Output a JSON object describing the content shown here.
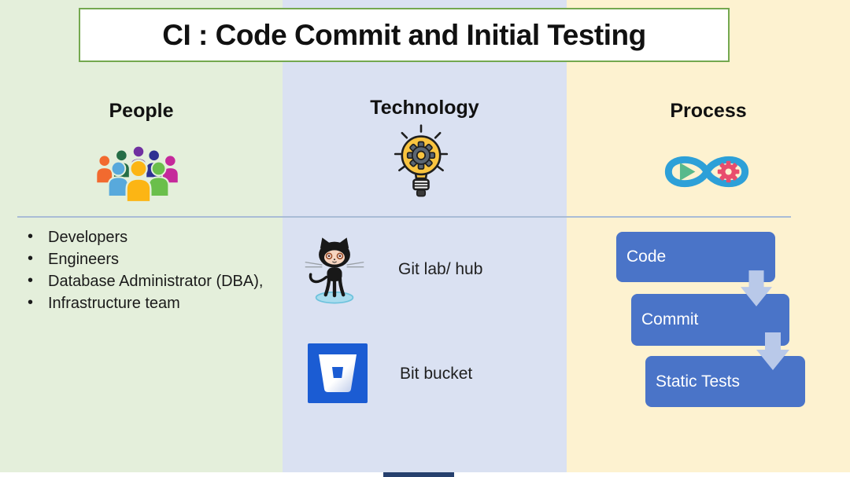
{
  "title": "CI : Code Commit and Initial Testing",
  "columns": [
    {
      "header": "People",
      "icon": "people-group-icon",
      "items": [
        "Developers",
        "Engineers",
        "Database Administrator (DBA),",
        "Infrastructure team"
      ]
    },
    {
      "header": "Technology",
      "icon": "lightbulb-gear-icon",
      "tools": [
        {
          "icon": "github-octocat-icon",
          "label": "Git lab/ hub"
        },
        {
          "icon": "bitbucket-icon",
          "label": "Bit bucket"
        }
      ]
    },
    {
      "header": "Process",
      "icon": "devops-infinity-icon",
      "steps": [
        "Code",
        "Commit",
        "Static Tests"
      ]
    }
  ],
  "colors": {
    "people_column_bg": "#e4efdb",
    "technology_column_bg": "#dae1f2",
    "process_column_bg": "#fdf2d0",
    "title_border_green": "#74a84f",
    "process_step_blue": "#4a74c8",
    "process_step_text": "#ffffff",
    "flow_arrow_blue": "#b9c9e9",
    "divider_blue": "#a9bcd6",
    "bitbucket_blue": "#1b5cd3",
    "devops_loop_blue": "#2da0d8",
    "devops_play_green": "#57b98c",
    "devops_gear_pink": "#e84d6d",
    "bulb_yellow": "#f9c440"
  }
}
